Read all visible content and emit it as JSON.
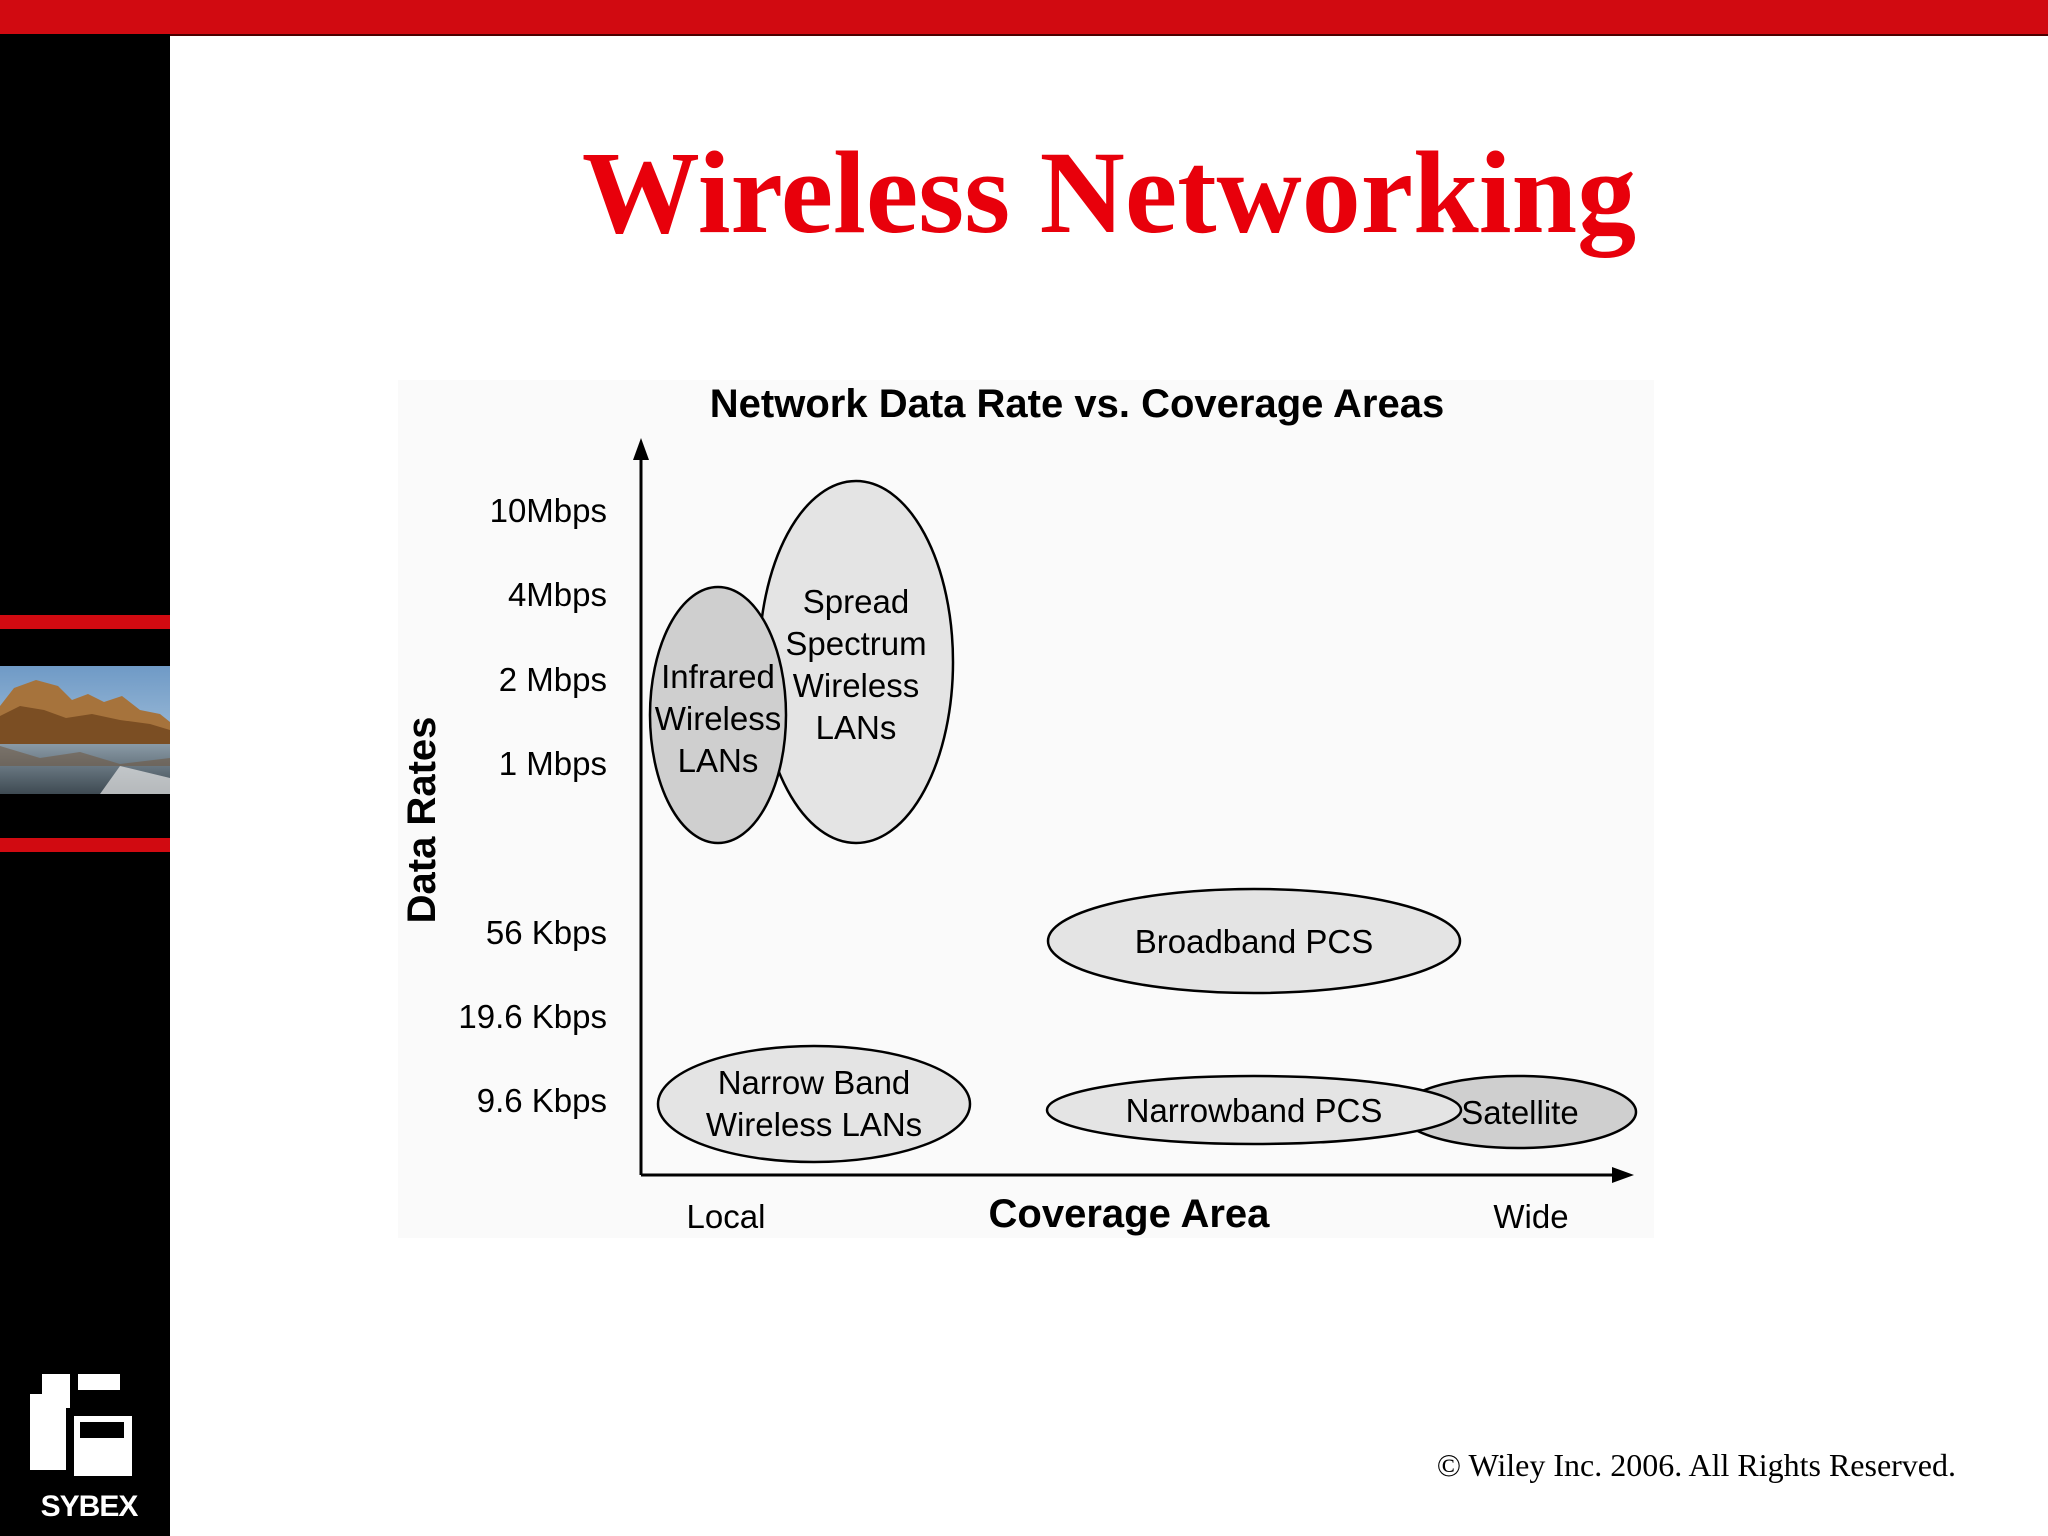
{
  "slide": {
    "title": "Wireless Networking",
    "copyright": "© Wiley Inc. 2006. All Rights Reserved.",
    "logo_text": "SYBEX"
  },
  "colors": {
    "title_red": "#e8000b",
    "bar_red": "#d10a11",
    "sidebar_black": "#000000",
    "ellipse_light": "#e4e4e4",
    "ellipse_dark": "#cfcfcf"
  },
  "icons": {
    "logo": "sybex-logo-icon",
    "photo": "coastal-rock-photo"
  },
  "diagram": {
    "title": "Network Data Rate vs. Coverage Areas",
    "y_axis_label": "Data Rates",
    "x_axis_label": "Coverage Area",
    "x_min_label": "Local",
    "x_max_label": "Wide",
    "y_ticks": [
      "10Mbps",
      "4Mbps",
      "2 Mbps",
      "1 Mbps",
      "56 Kbps",
      "19.6 Kbps",
      "9.6 Kbps"
    ],
    "regions": [
      {
        "lines": [
          "Spread",
          "Spectrum",
          "Wireless",
          "LANs"
        ],
        "tone": "light"
      },
      {
        "lines": [
          "Infrared",
          "Wireless",
          "LANs"
        ],
        "tone": "dark"
      },
      {
        "lines": [
          "Broadband PCS"
        ],
        "tone": "light"
      },
      {
        "lines": [
          "Narrow Band",
          "Wireless LANs"
        ],
        "tone": "light"
      },
      {
        "lines": [
          "Satellite"
        ],
        "tone": "dark"
      },
      {
        "lines": [
          "Narrowband PCS"
        ],
        "tone": "light"
      }
    ]
  }
}
